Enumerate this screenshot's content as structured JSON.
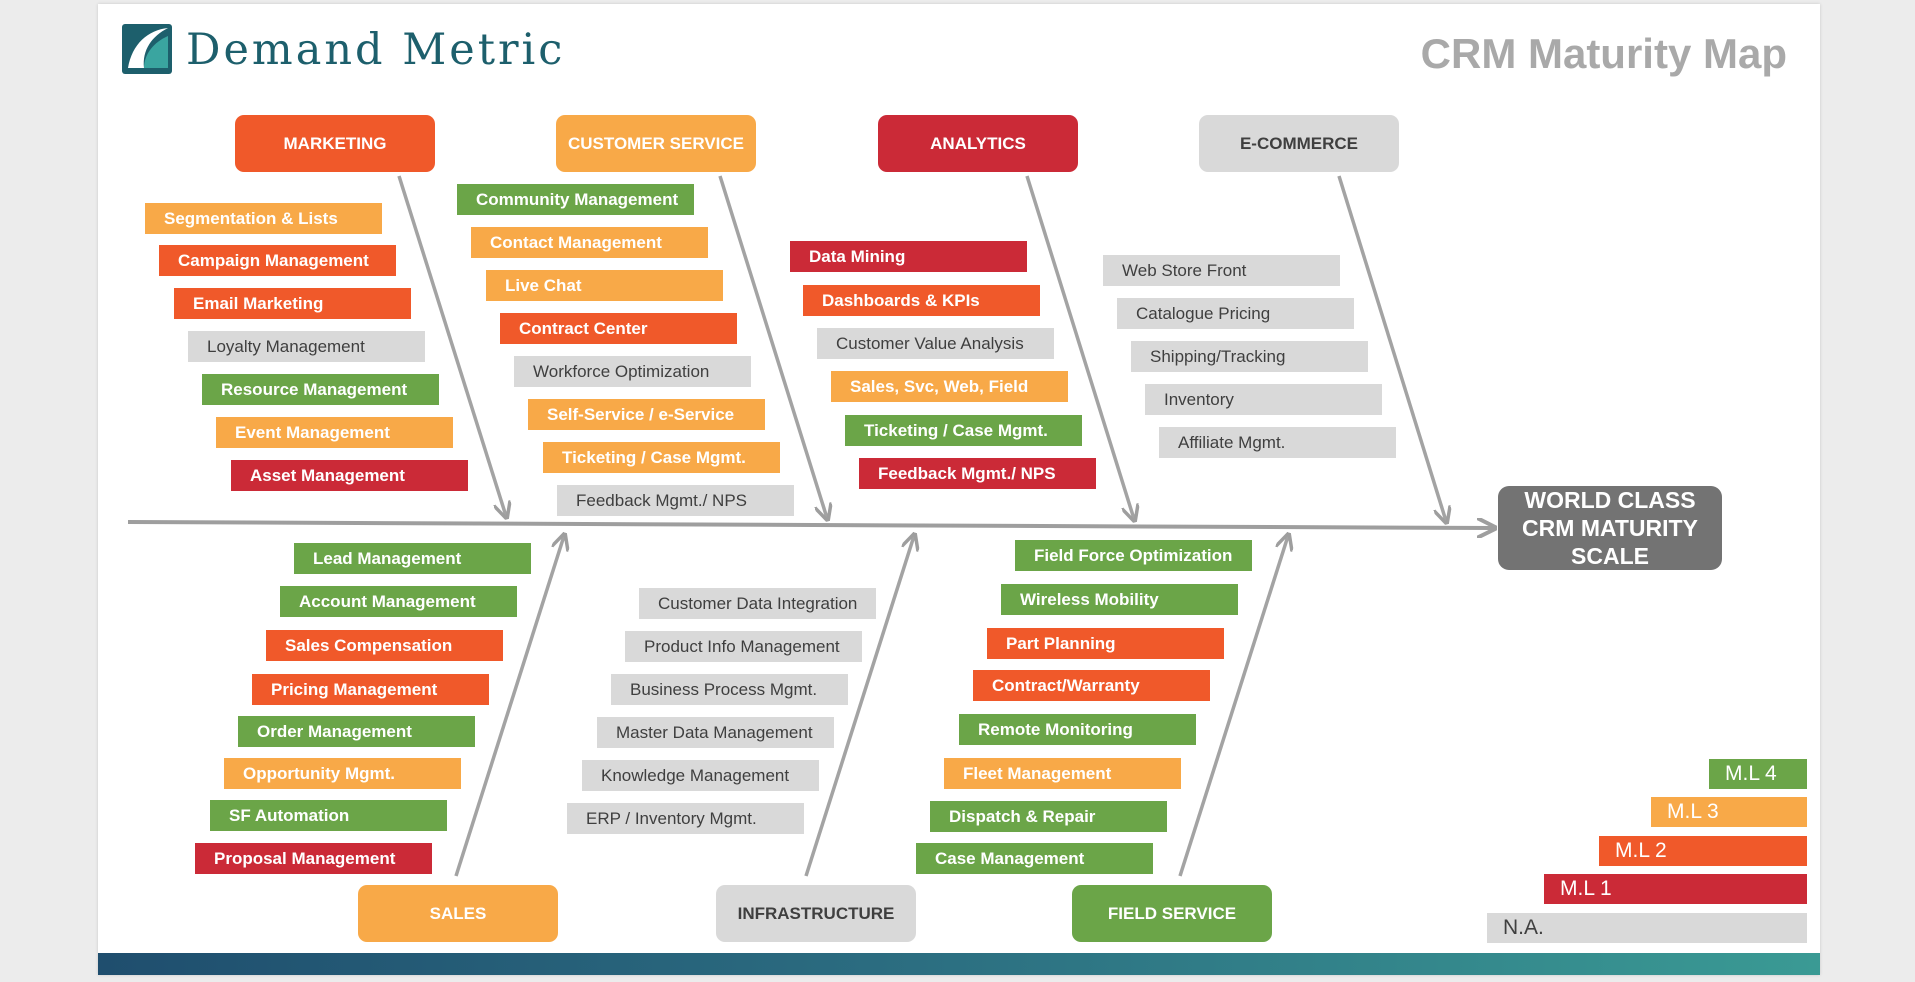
{
  "header": {
    "brand": "Demand Metric",
    "title": "CRM Maturity Map"
  },
  "center": {
    "label": "WORLD CLASS CRM MATURITY SCALE"
  },
  "categories": {
    "marketing": "MARKETING",
    "customer_service": "CUSTOMER SERVICE",
    "analytics": "ANALYTICS",
    "ecommerce": "E-COMMERCE",
    "sales": "SALES",
    "infrastructure": "INFRASTRUCTURE",
    "field_service": "FIELD SERVICE"
  },
  "groups": {
    "marketing": [
      {
        "label": "Segmentation & Lists",
        "level": "ML3"
      },
      {
        "label": "Campaign Management",
        "level": "ML2"
      },
      {
        "label": "Email Marketing",
        "level": "ML2"
      },
      {
        "label": "Loyalty Management",
        "level": "N.A."
      },
      {
        "label": "Resource Management",
        "level": "ML4"
      },
      {
        "label": "Event Management",
        "level": "ML3"
      },
      {
        "label": "Asset Management",
        "level": "ML1"
      }
    ],
    "customer_service": [
      {
        "label": "Community Management",
        "level": "ML4"
      },
      {
        "label": "Contact Management",
        "level": "ML3"
      },
      {
        "label": "Live Chat",
        "level": "ML3"
      },
      {
        "label": "Contract Center",
        "level": "ML2"
      },
      {
        "label": "Workforce Optimization",
        "level": "N.A."
      },
      {
        "label": "Self-Service / e-Service",
        "level": "ML3"
      },
      {
        "label": "Ticketing / Case Mgmt.",
        "level": "ML3"
      },
      {
        "label": "Feedback Mgmt./ NPS",
        "level": "N.A."
      }
    ],
    "analytics": [
      {
        "label": "Data Mining",
        "level": "ML1"
      },
      {
        "label": "Dashboards & KPIs",
        "level": "ML2"
      },
      {
        "label": "Customer Value Analysis",
        "level": "N.A."
      },
      {
        "label": "Sales, Svc, Web, Field",
        "level": "ML3"
      },
      {
        "label": "Ticketing / Case Mgmt.",
        "level": "ML4"
      },
      {
        "label": "Feedback Mgmt./ NPS",
        "level": "ML1"
      }
    ],
    "ecommerce": [
      {
        "label": "Web Store Front",
        "level": "N.A."
      },
      {
        "label": "Catalogue Pricing",
        "level": "N.A."
      },
      {
        "label": "Shipping/Tracking",
        "level": "N.A."
      },
      {
        "label": "Inventory",
        "level": "N.A."
      },
      {
        "label": "Affiliate Mgmt.",
        "level": "N.A."
      }
    ],
    "sales": [
      {
        "label": "Lead Management",
        "level": "ML4"
      },
      {
        "label": "Account Management",
        "level": "ML4"
      },
      {
        "label": "Sales Compensation",
        "level": "ML2"
      },
      {
        "label": "Pricing Management",
        "level": "ML2"
      },
      {
        "label": "Order Management",
        "level": "ML4"
      },
      {
        "label": "Opportunity Mgmt.",
        "level": "ML3"
      },
      {
        "label": "SF Automation",
        "level": "ML4"
      },
      {
        "label": "Proposal Management",
        "level": "ML1"
      }
    ],
    "infrastructure": [
      {
        "label": "Customer Data Integration",
        "level": "N.A."
      },
      {
        "label": "Product Info Management",
        "level": "N.A."
      },
      {
        "label": "Business Process Mgmt.",
        "level": "N.A."
      },
      {
        "label": "Master Data Management",
        "level": "N.A."
      },
      {
        "label": "Knowledge Management",
        "level": "N.A."
      },
      {
        "label": "ERP / Inventory Mgmt.",
        "level": "N.A."
      }
    ],
    "field_service": [
      {
        "label": "Field Force Optimization",
        "level": "ML4"
      },
      {
        "label": "Wireless Mobility",
        "level": "ML4"
      },
      {
        "label": "Part Planning",
        "level": "ML2"
      },
      {
        "label": "Contract/Warranty",
        "level": "ML2"
      },
      {
        "label": "Remote Monitoring",
        "level": "ML4"
      },
      {
        "label": "Fleet Management",
        "level": "ML3"
      },
      {
        "label": "Dispatch & Repair",
        "level": "ML4"
      },
      {
        "label": "Case Management",
        "level": "ML4"
      }
    ]
  },
  "legend": {
    "ml4": "M.L 4",
    "ml3": "M.L 3",
    "ml2": "M.L 2",
    "ml1": "M.L 1",
    "na": "N.A."
  },
  "colors": {
    "ML4": "#6ba548",
    "ML3": "#f8a948",
    "ML2": "#f0592a",
    "ML1": "#cb2a37",
    "N.A.": "#d9d9d9",
    "spine": "#9e9e9e",
    "brand": "#1d5f6c"
  },
  "icons": {
    "logo": "demand-metric-logo-icon"
  }
}
